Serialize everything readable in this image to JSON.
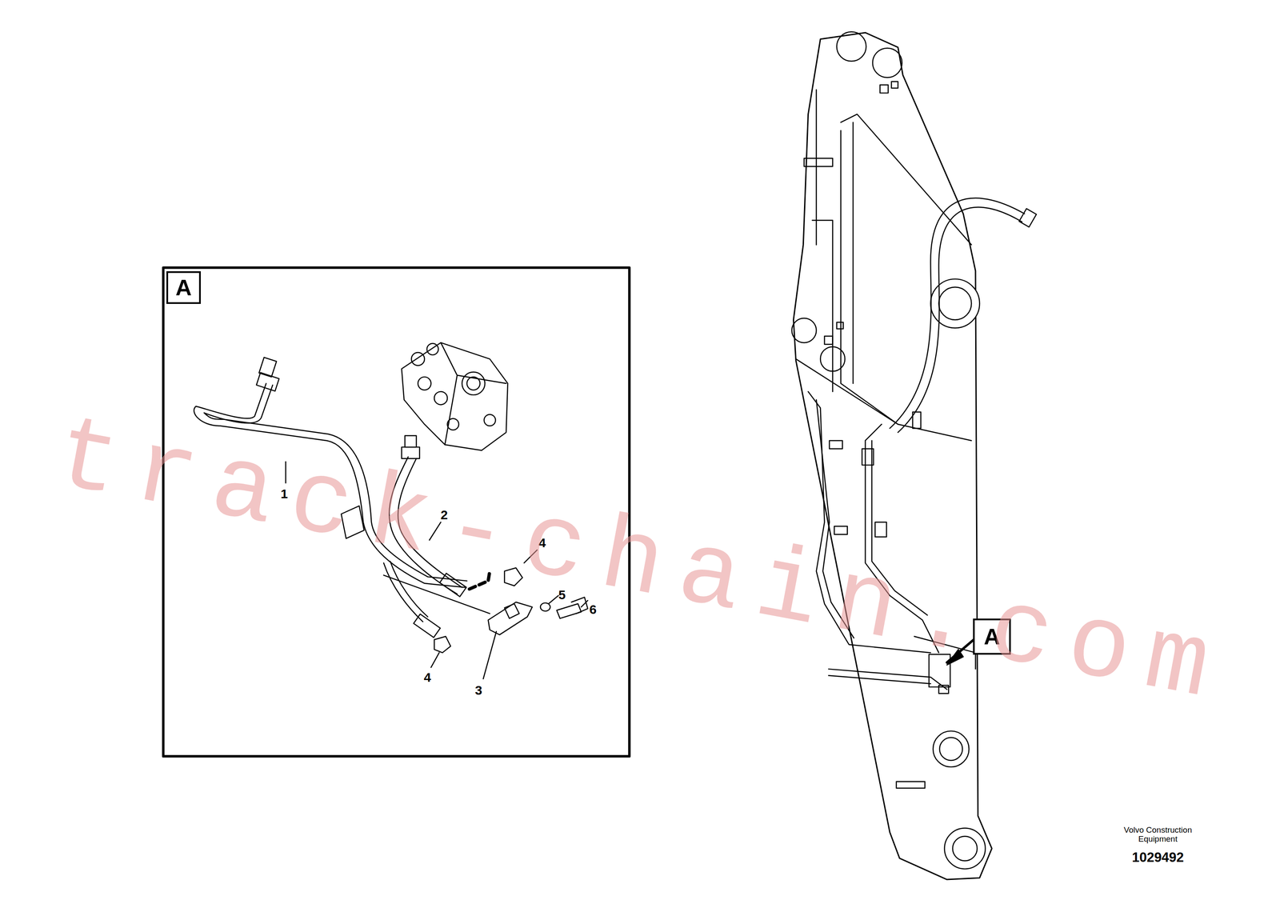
{
  "diagram": {
    "nodes": [
      {
        "text": [
          "A"
        ]
      },
      {
        "text": [
          "A"
        ]
      }
    ],
    "labels": [
      "1",
      "2",
      "4",
      "5",
      "6",
      "4",
      "3",
      "track-chain.com",
      "Volvo Construction Equipment",
      "1029492"
    ]
  }
}
